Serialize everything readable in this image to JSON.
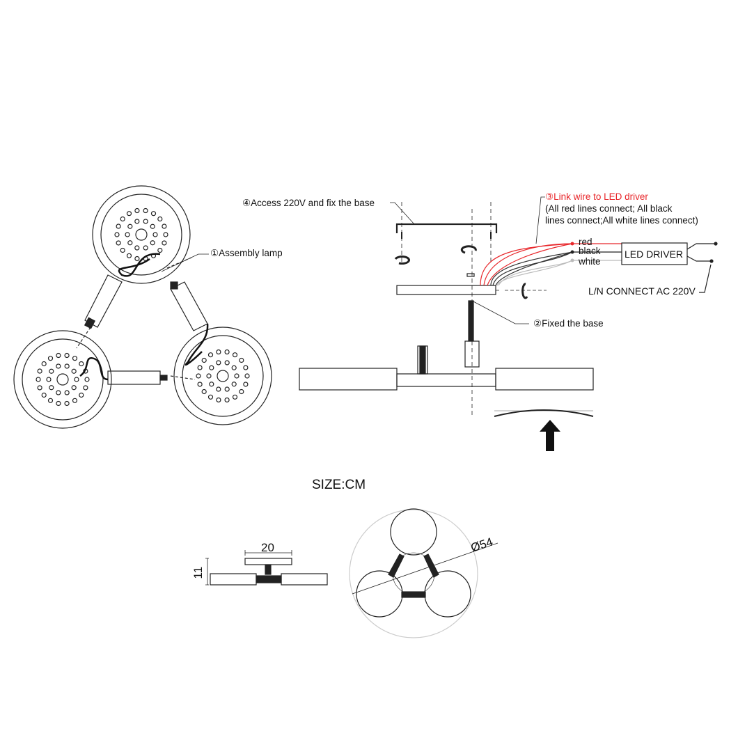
{
  "steps": {
    "assembly": "①Assembly lamp",
    "fixed_base": "②Fixed the base",
    "link_wire": "③Link wire to LED driver",
    "link_note_1": "(All red lines connect; All black",
    "link_note_2": "lines connect;All white lines connect)",
    "access": "④Access 220V and fix the base"
  },
  "wires": {
    "red": "red",
    "black": "black",
    "white": "white"
  },
  "driver_label": "LED DRIVER",
  "ac_label": "L/N  CONNECT AC 220V",
  "size_label": "SIZE:CM",
  "dimensions": {
    "width": "20",
    "height": "11",
    "diameter": "Ø54"
  },
  "colors": {
    "accent_red": "#e8262a",
    "line": "#222222",
    "white_wire": "#c8c8c8"
  }
}
